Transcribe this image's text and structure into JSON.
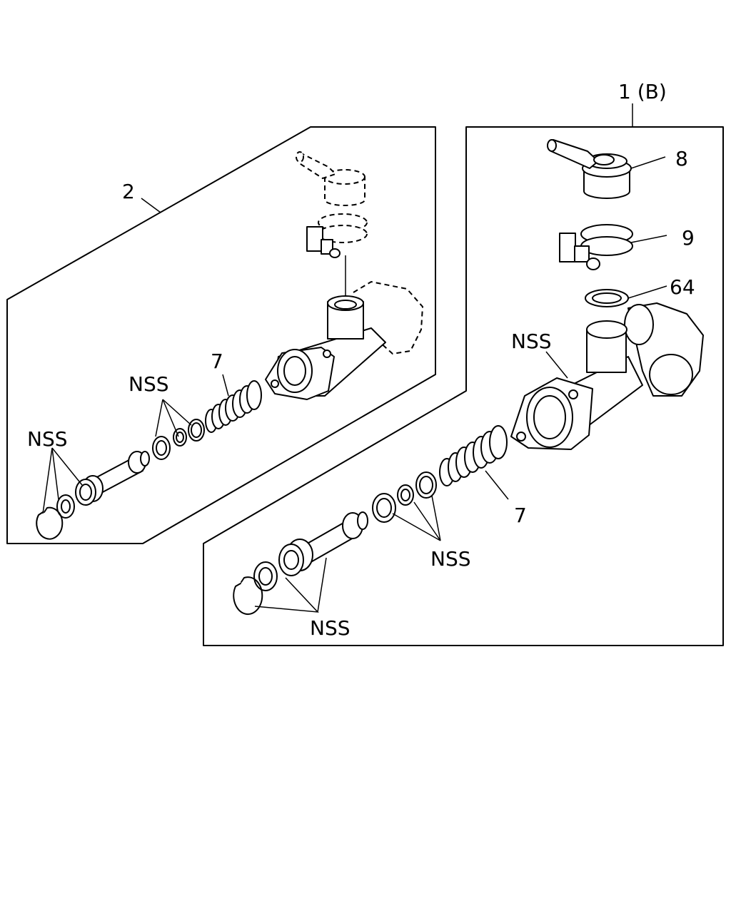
{
  "callouts": {
    "assembly_1b": "1 (B)",
    "assembly_2": "2",
    "part_8": "8",
    "part_9": "9",
    "part_64": "64",
    "part_7_left": "7",
    "part_7_right": "7",
    "nss_left_seals": "NSS",
    "nss_left_piston": "NSS",
    "nss_right_body": "NSS",
    "nss_right_seals": "NSS",
    "nss_right_piston": "NSS"
  },
  "colors": {
    "line": "#000000",
    "background": "#ffffff"
  }
}
